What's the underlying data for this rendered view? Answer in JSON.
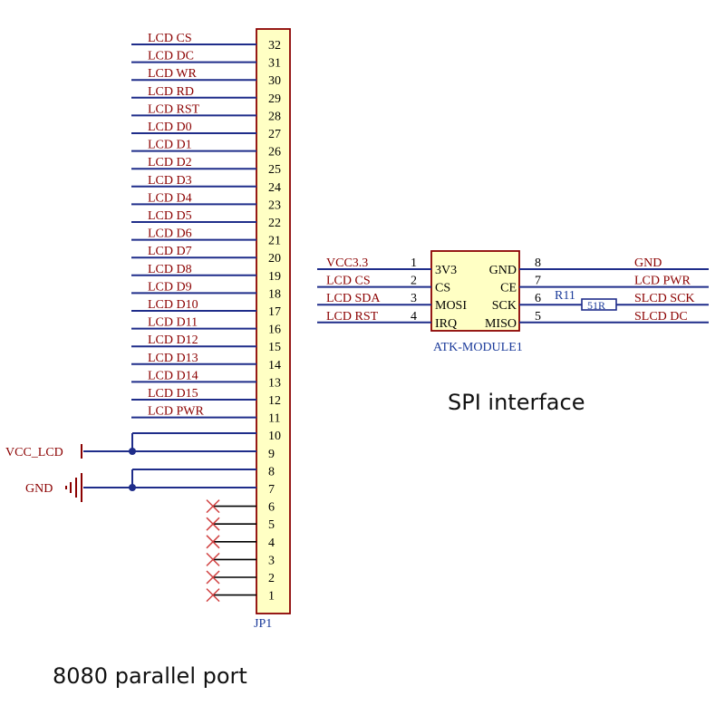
{
  "jp1": {
    "designator": "JP1",
    "pins": [
      {
        "num": "32",
        "net": "LCD CS"
      },
      {
        "num": "31",
        "net": "LCD DC"
      },
      {
        "num": "30",
        "net": "LCD WR"
      },
      {
        "num": "29",
        "net": "LCD RD"
      },
      {
        "num": "28",
        "net": "LCD RST"
      },
      {
        "num": "27",
        "net": "LCD D0"
      },
      {
        "num": "26",
        "net": "LCD D1"
      },
      {
        "num": "25",
        "net": "LCD D2"
      },
      {
        "num": "24",
        "net": "LCD D3"
      },
      {
        "num": "23",
        "net": "LCD D4"
      },
      {
        "num": "22",
        "net": "LCD D5"
      },
      {
        "num": "21",
        "net": "LCD D6"
      },
      {
        "num": "20",
        "net": "LCD D7"
      },
      {
        "num": "19",
        "net": "LCD D8"
      },
      {
        "num": "18",
        "net": "LCD D9"
      },
      {
        "num": "17",
        "net": "LCD D10"
      },
      {
        "num": "16",
        "net": "LCD D11"
      },
      {
        "num": "15",
        "net": "LCD D12"
      },
      {
        "num": "14",
        "net": "LCD D13"
      },
      {
        "num": "13",
        "net": "LCD D14"
      },
      {
        "num": "12",
        "net": "LCD D15"
      },
      {
        "num": "11",
        "net": "LCD PWR"
      },
      {
        "num": "10",
        "net": ""
      },
      {
        "num": "9",
        "net": ""
      },
      {
        "num": "8",
        "net": ""
      },
      {
        "num": "7",
        "net": ""
      },
      {
        "num": "6",
        "net": ""
      },
      {
        "num": "5",
        "net": ""
      },
      {
        "num": "4",
        "net": ""
      },
      {
        "num": "3",
        "net": ""
      },
      {
        "num": "2",
        "net": ""
      },
      {
        "num": "1",
        "net": ""
      }
    ],
    "power": {
      "vcc": "VCC_LCD",
      "gnd": "GND"
    },
    "caption": "8080 parallel port"
  },
  "module": {
    "designator": "ATK-MODULE1",
    "left_pins": [
      {
        "num": "1",
        "name": "3V3",
        "net": "VCC3.3"
      },
      {
        "num": "2",
        "name": "CS",
        "net": "LCD CS"
      },
      {
        "num": "3",
        "name": "MOSI",
        "net": "LCD SDA"
      },
      {
        "num": "4",
        "name": "IRQ",
        "net": "LCD RST"
      }
    ],
    "right_pins": [
      {
        "num": "8",
        "name": "GND",
        "net": "GND"
      },
      {
        "num": "7",
        "name": "CE",
        "net": "LCD PWR"
      },
      {
        "num": "6",
        "name": "SCK",
        "net": "SLCD SCK"
      },
      {
        "num": "5",
        "name": "MISO",
        "net": "SLCD DC"
      }
    ],
    "resistor": {
      "designator": "R11",
      "value": "51R"
    },
    "caption": "SPI interface"
  },
  "colors": {
    "connector_fill": "#ffffc4",
    "connector_border": "#8b0000",
    "wire": "#1f2d8a",
    "net_label": "#8b0000",
    "no_connect": "#d04040"
  }
}
